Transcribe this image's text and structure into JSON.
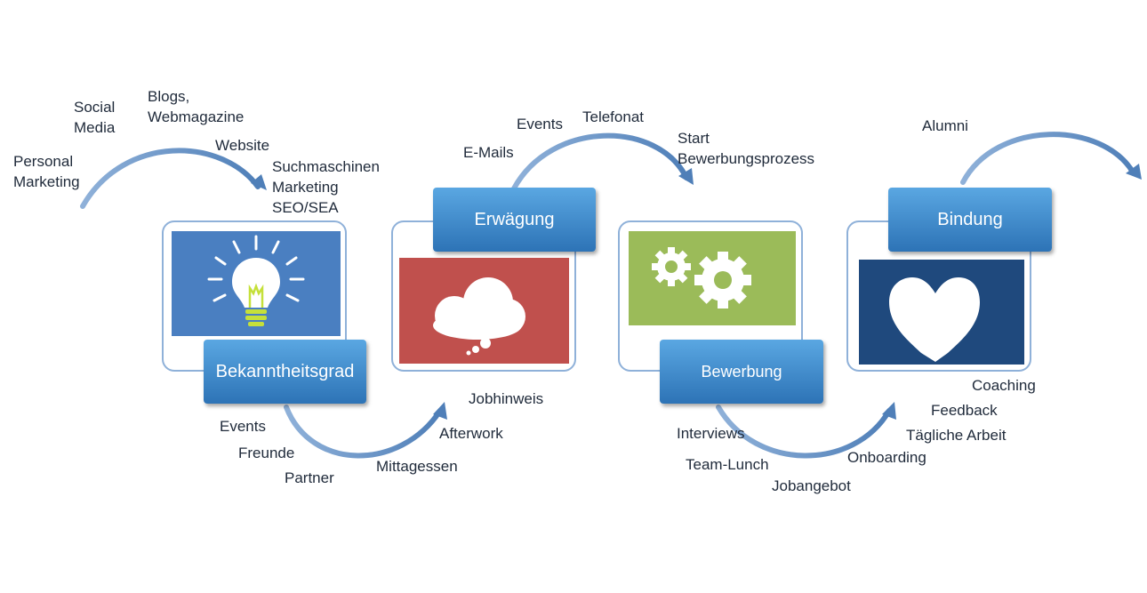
{
  "stages": {
    "s1": "Bekanntheitsgrad",
    "s2": "Erwägung",
    "s3": "Bewerbung",
    "s4": "Bindung"
  },
  "labels": {
    "personal_marketing": "Personal\nMarketing",
    "social_media": "Social\nMedia",
    "blogs": "Blogs,\nWebmagazine",
    "website": "Website",
    "suchmaschinen": "Suchmaschinen\nMarketing\nSEO/SEA",
    "events_top": "Events",
    "telefonat": "Telefonat",
    "emails": "E-Mails",
    "start": "Start\nBewerbungsprozess",
    "alumni": "Alumni",
    "events_bottom": "Events",
    "freunde": "Freunde",
    "partner": "Partner",
    "mittagessen": "Mittagessen",
    "afterwork": "Afterwork",
    "jobhinweis": "Jobhinweis",
    "interviews": "Interviews",
    "team_lunch": "Team-Lunch",
    "jobangebot": "Jobangebot",
    "onboarding": "Onboarding",
    "taegliche_arbeit": "Tägliche Arbeit",
    "feedback": "Feedback",
    "coaching": "Coaching"
  },
  "icons": {
    "p1": "lightbulb-icon",
    "p2": "thought-cloud-icon",
    "p3": "gears-icon",
    "p4": "heart-icon"
  },
  "colors": {
    "panel_blue": "#4a7fc1",
    "panel_red": "#c0504d",
    "panel_green": "#9bbb59",
    "panel_navy": "#1f497d",
    "stage_blue": "#3a86cc",
    "bulb_green": "#c5e03a",
    "arrow": "#8fb1d9"
  }
}
